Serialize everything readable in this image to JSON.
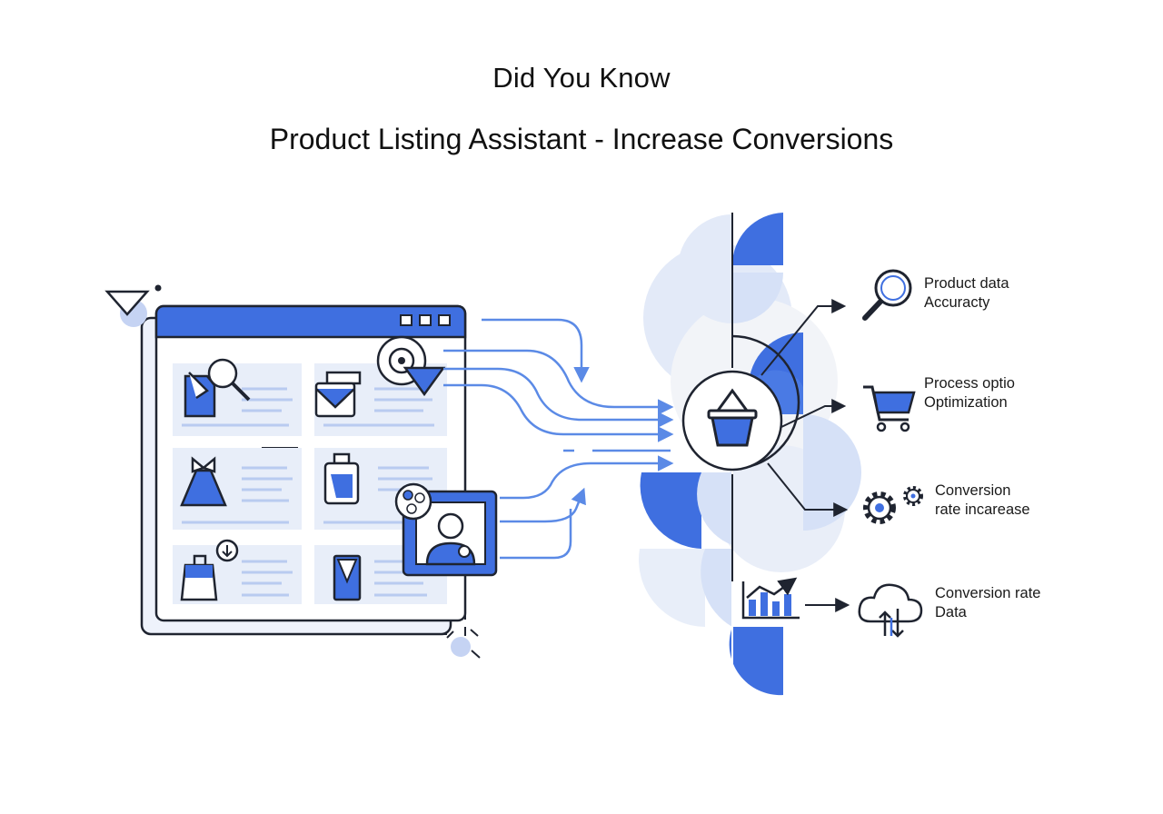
{
  "header": {
    "kicker": "Did You Know",
    "title": "Product Listing Assistant - Increase Conversions"
  },
  "colors": {
    "primary": "#3f6fe0",
    "light": "#d6e1f7",
    "pale": "#e8eef9",
    "line": "#1f2430",
    "flow": "#5b8ae6"
  },
  "hub": {
    "icon": "shopping-basket-icon"
  },
  "outputs": [
    {
      "icon": "magnifier-icon",
      "line1": "Product data",
      "line2": "Accuracty"
    },
    {
      "icon": "shopping-cart-icon",
      "line1": "Process optio",
      "line2": "Optimization"
    },
    {
      "icon": "gears-icon",
      "line1": "Conversion",
      "line2": "rate incarease"
    },
    {
      "icon": "cloud-sync-icon",
      "line1": "Conversion rate",
      "line2": "Data"
    }
  ]
}
